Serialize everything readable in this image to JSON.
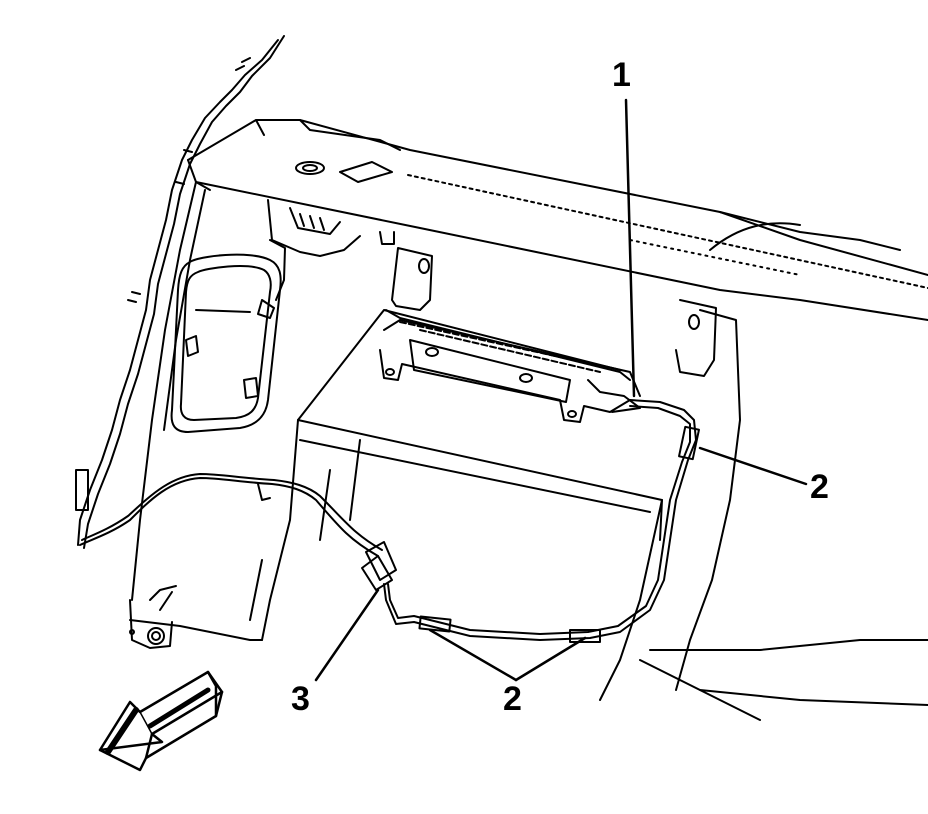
{
  "callouts": {
    "one": "1",
    "two_right": "2",
    "two_bottom": "2",
    "three": "3"
  },
  "colors": {
    "line": "#000000",
    "background": "#ffffff"
  },
  "icons": {
    "direction_arrow": "forward-direction-arrow-icon"
  }
}
